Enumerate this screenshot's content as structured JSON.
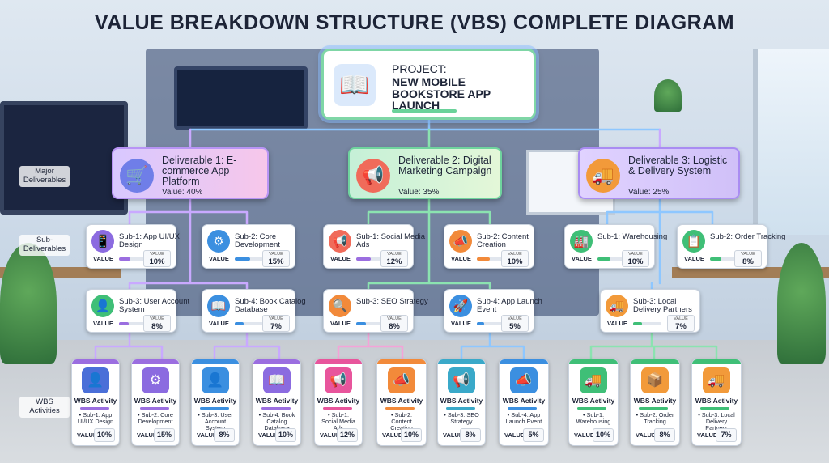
{
  "title": "VALUE BREAKDOWN STRUCTURE (VBS) COMPLETE DIAGRAM",
  "levels": {
    "major": "Major Deliverables",
    "sub": "Sub-Deliverables",
    "wbs": "WBS Activities"
  },
  "colors": {
    "green": "#3fbf77",
    "purple": "#9b6ee0",
    "pink": "#f4a3d8",
    "orange": "#f28a3a",
    "teal": "#3aa9c9",
    "line_purple": "#c9a9ff",
    "line_green": "#8be3b0",
    "line_blue": "#8ec7ff"
  },
  "project": {
    "label": "PROJECT:",
    "name": "NEW MOBILE BOOKSTORE APP LAUNCH",
    "icon": "book-icon"
  },
  "deliverables": [
    {
      "name": "Deliverable 1: E-commerce App Platform",
      "value": "Value: 40%",
      "icon": "cart-icon"
    },
    {
      "name": "Deliverable 2: Digital Marketing Campaign",
      "value": "Value: 35%",
      "icon": "megaphone-icon"
    },
    {
      "name": "Deliverable 3: Logistic & Delivery System",
      "value": "Value: 25%",
      "icon": "truck-icon"
    }
  ],
  "value_label": "VALUE",
  "value_small": "VALUE",
  "subs": [
    {
      "name": "Sub-1: App UI/UX Design",
      "pct": "10%",
      "icon": "phone-icon"
    },
    {
      "name": "Sub-2: Core Development",
      "pct": "15%",
      "icon": "gear-icon"
    },
    {
      "name": "Sub-3: User Account System",
      "pct": "8%",
      "icon": "user-icon"
    },
    {
      "name": "Sub-4: Book Catalog Database",
      "pct": "7%",
      "icon": "book-icon"
    },
    {
      "name": "Sub-1: Social Media Ads",
      "pct": "12%",
      "icon": "megaphone-icon"
    },
    {
      "name": "Sub-2: Content Creation",
      "pct": "10%",
      "icon": "megaphone-icon"
    },
    {
      "name": "Sub-3: SEO Strategy",
      "pct": "8%",
      "icon": "search-icon"
    },
    {
      "name": "Sub-4: App Launch Event",
      "pct": "5%",
      "icon": "rocket-icon"
    },
    {
      "name": "Sub-1: Warehousing",
      "pct": "10%",
      "icon": "warehouse-icon"
    },
    {
      "name": "Sub-2: Order Tracking",
      "pct": "8%",
      "icon": "clipboard-icon"
    },
    {
      "name": "Sub-3: Local Delivery Partners",
      "pct": "7%",
      "icon": "truck-icon"
    }
  ],
  "activity_label": "WBS Activity",
  "activities": [
    {
      "name": "• Sub-1: App UI/UX Design",
      "pct": "10%",
      "icon": "user-icon"
    },
    {
      "name": "• Sub-2: Core Development",
      "pct": "15%",
      "icon": "gear-icon"
    },
    {
      "name": "• Sub-3: User Account System",
      "pct": "8%",
      "icon": "user-icon"
    },
    {
      "name": "• Sub-4: Book Catalog Database",
      "pct": "10%",
      "icon": "book-icon"
    },
    {
      "name": "• Sub-1: Social Media Ads",
      "pct": "12%",
      "icon": "megaphone-icon"
    },
    {
      "name": "• Sub-2: Content Creation",
      "pct": "10%",
      "icon": "megaphone-icon"
    },
    {
      "name": "• Sub-3: SEO Strategy",
      "pct": "8%",
      "icon": "megaphone-icon"
    },
    {
      "name": "• Sub-4: App Launch Event",
      "pct": "5%",
      "icon": "megaphone-icon"
    },
    {
      "name": "• Sub-1: Warehousing",
      "pct": "10%",
      "icon": "truck-icon"
    },
    {
      "name": "• Sub-2: Order Tracking",
      "pct": "8%",
      "icon": "box-icon"
    },
    {
      "name": "• Sub-3: Local Delivery Partners",
      "pct": "7%",
      "icon": "truck-icon"
    }
  ]
}
